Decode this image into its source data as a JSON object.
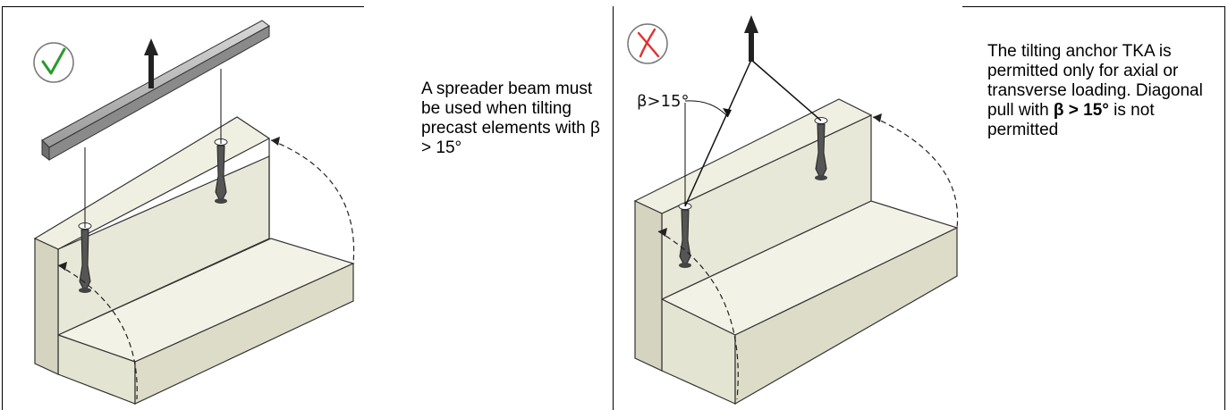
{
  "left_panel": {
    "status": "correct",
    "status_color": "#2a9a2a",
    "status_icon": "checkmark-icon",
    "caption": "A spreader beam must be used when tilting precast elements with β > 15°"
  },
  "right_panel": {
    "status": "incorrect",
    "status_color": "#e03030",
    "status_icon": "cross-icon",
    "angle_label": "β>15°",
    "caption_before": "The tilting anchor TKA is permitted only for axial or transverse loading. Diagonal pull with ",
    "caption_bold": "β > 15°",
    "caption_after": " is not permitted"
  }
}
